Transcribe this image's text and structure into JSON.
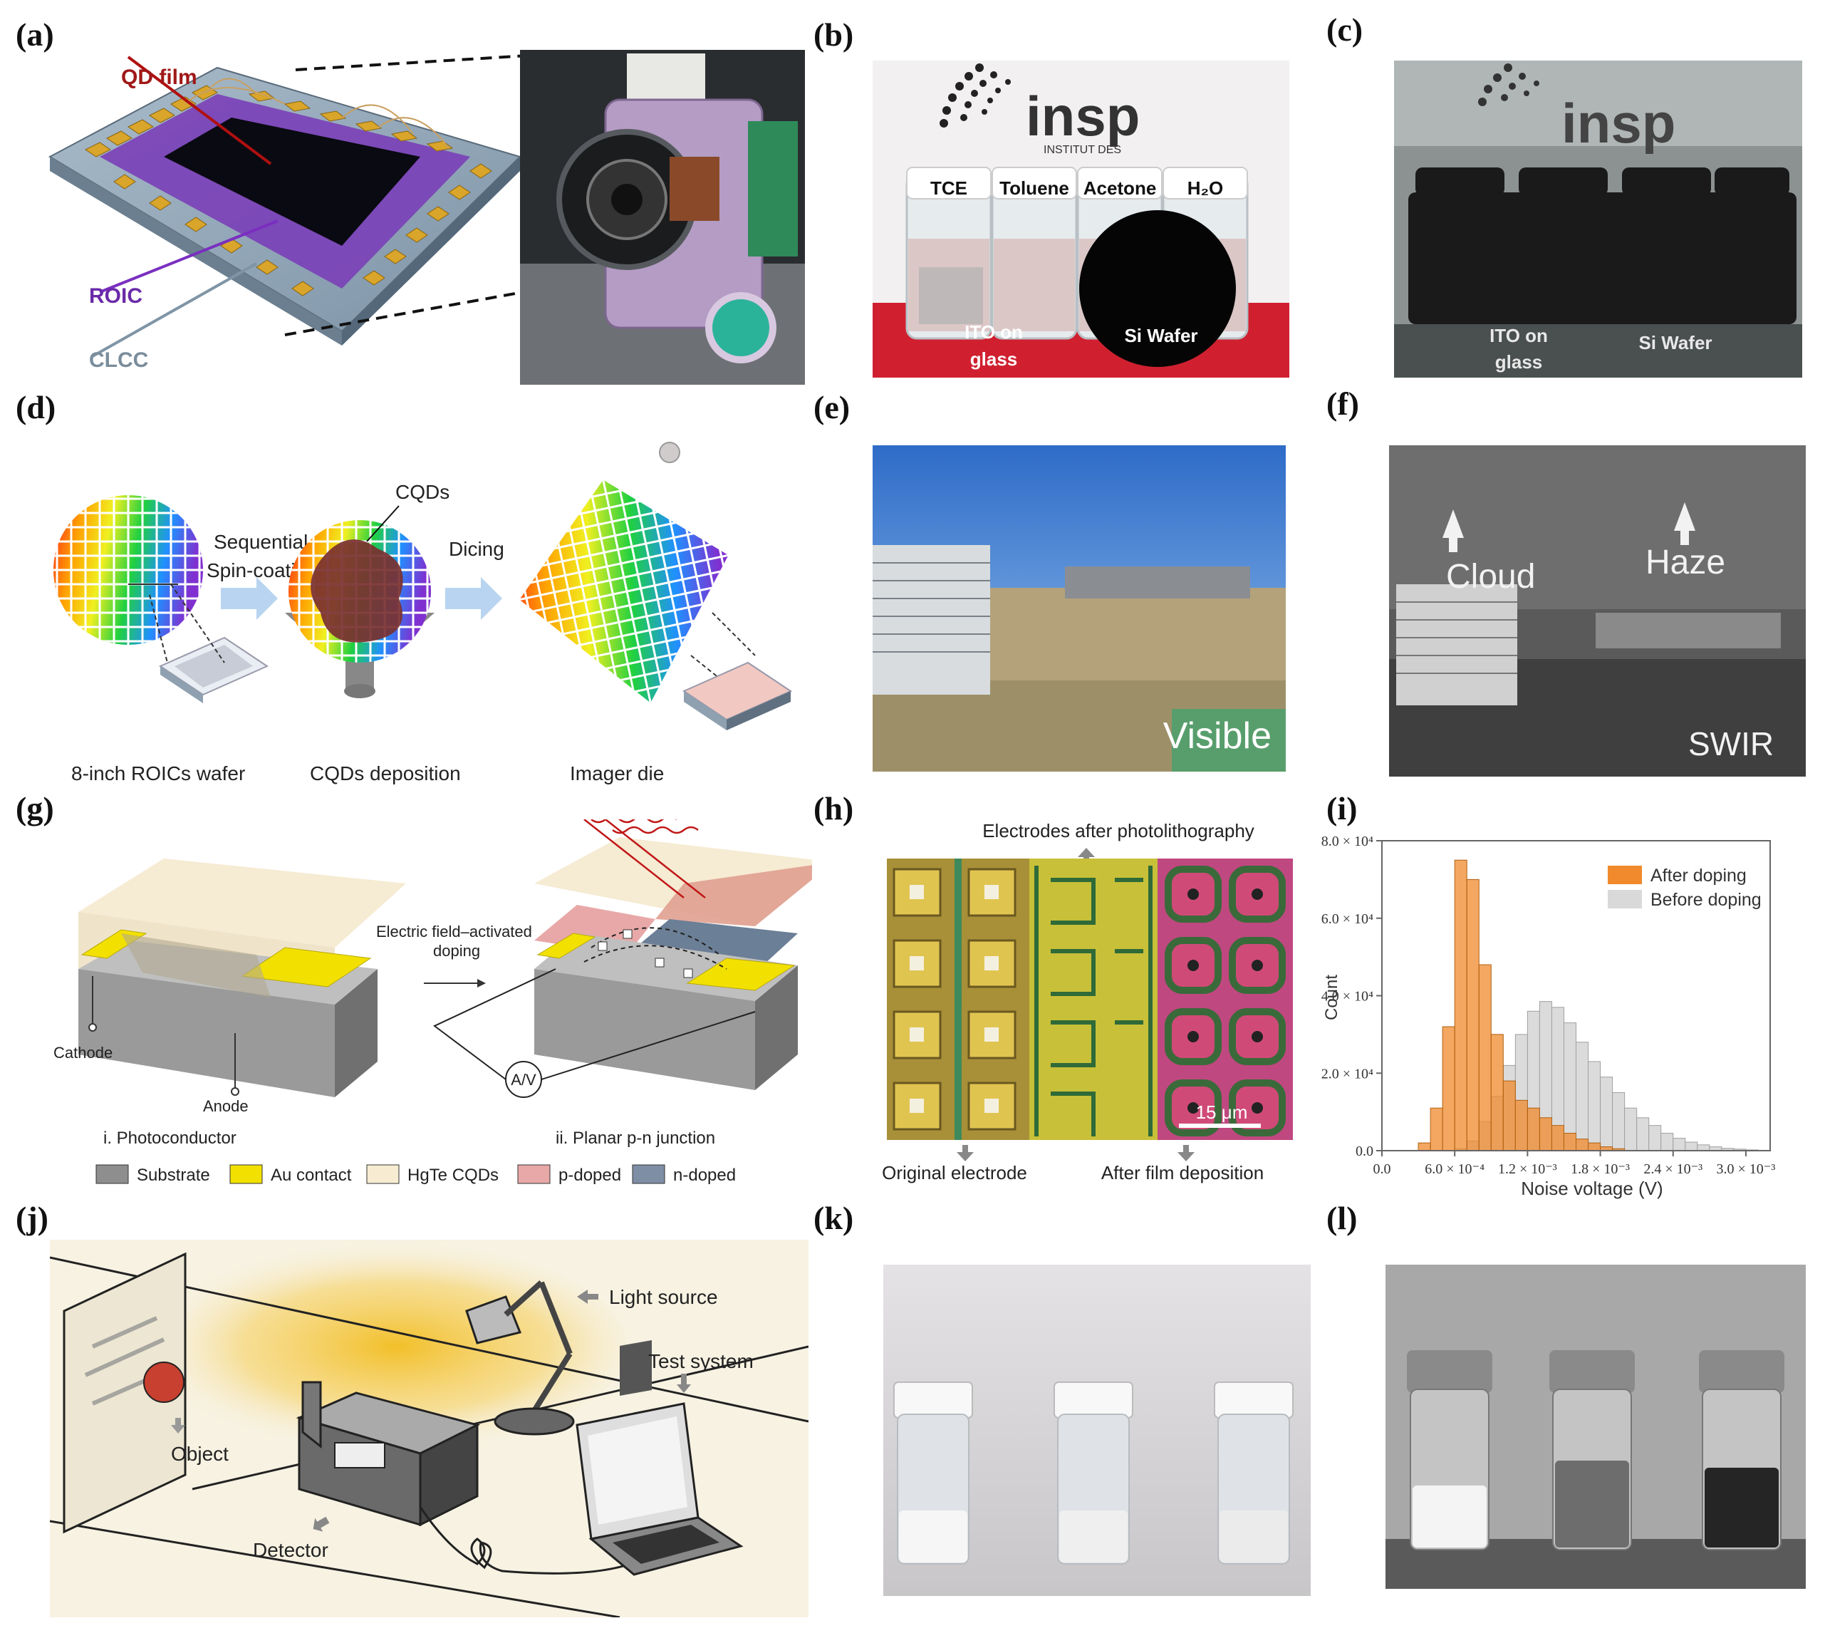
{
  "panels": [
    "(a)",
    "(b)",
    "(c)",
    "(d)",
    "(e)",
    "(f)",
    "(g)",
    "(h)",
    "(i)",
    "(j)",
    "(k)",
    "(l)"
  ],
  "a": {
    "qd_film": "QD film",
    "roic": "ROIC",
    "clcc": "CLCC"
  },
  "b": {
    "logo": "insp",
    "logo_sub": "INSTITUT DES",
    "solvents": [
      "TCE",
      "Toluene",
      "Acetone",
      "H₂O"
    ],
    "ito_1": "ITO on",
    "ito_2": "glass",
    "si": "Si Wafer"
  },
  "c": {
    "logo": "insp",
    "ito_1": "ITO on",
    "ito_2": "glass",
    "si": "Si Wafer"
  },
  "d": {
    "step1": "Sequential",
    "step2": "Spin-coating",
    "cqds": "CQDs",
    "dicing": "Dicing",
    "cap1": "8-inch ROICs wafer",
    "cap2": "CQDs deposition",
    "cap3": "Imager die"
  },
  "e": {
    "label": "Visible"
  },
  "f": {
    "cloud": "Cloud",
    "haze": "Haze",
    "swir": "SWIR"
  },
  "g": {
    "efield1": "Electric field–activated",
    "efield2": "doping",
    "meter": "A/V",
    "cathode": "Cathode",
    "anode": "Anode",
    "cap_i": "i. Photoconductor",
    "cap_ii": "ii. Planar p-n junction",
    "legend": [
      "Substrate",
      "Au contact",
      "HgTe  CQDs",
      "p-doped",
      "n-doped"
    ]
  },
  "h": {
    "top": "Electrodes after photolithography",
    "scale": "15 μm",
    "bl": "Original electrode",
    "br": "After film deposition"
  },
  "j": {
    "light": "Light source",
    "test": "Test system",
    "object": "Object",
    "detector": "Detector"
  },
  "colors": {
    "orange": "#f08a2c",
    "gray": "#d9d9d9",
    "au": "#f2e000"
  },
  "chart_data": {
    "type": "bar",
    "xlabel": "Noise voltage (V)",
    "ylabel": "Count",
    "x_tick_labels": [
      "0.0",
      "6.0 × 10⁻⁴",
      "1.2 × 10⁻³",
      "1.8 × 10⁻³",
      "2.4 × 10⁻³",
      "3.0 × 10⁻³"
    ],
    "y_tick_labels": [
      "0.0",
      "2.0 × 10⁴",
      "4.0 × 10⁴",
      "6.0 × 10⁴",
      "8.0 × 10⁴"
    ],
    "xlim": [
      0.0,
      0.0032
    ],
    "ylim": [
      0,
      80000
    ],
    "legend_position": "top-right",
    "bin_width": 0.0001,
    "series": [
      {
        "name": "After doping",
        "bin_start": [
          0.0003,
          0.0004,
          0.0005,
          0.0006,
          0.0007,
          0.0008,
          0.0009,
          0.001,
          0.0011,
          0.0012,
          0.0013,
          0.0014,
          0.0015,
          0.0016,
          0.0017,
          0.0018,
          0.0019
        ],
        "counts": [
          2000,
          11000,
          32000,
          75000,
          70000,
          48000,
          30000,
          18000,
          13000,
          11000,
          8500,
          6500,
          4500,
          3000,
          2000,
          1000,
          500
        ]
      },
      {
        "name": "Before doping",
        "bin_start": [
          0.0006,
          0.0007,
          0.0008,
          0.0009,
          0.001,
          0.0011,
          0.0012,
          0.0013,
          0.0014,
          0.0015,
          0.0016,
          0.0017,
          0.0018,
          0.0019,
          0.002,
          0.0021,
          0.0022,
          0.0023,
          0.0024,
          0.0025,
          0.0026,
          0.0027,
          0.0028,
          0.0029,
          0.003,
          0.0031
        ],
        "counts": [
          500,
          2500,
          7500,
          14000,
          22000,
          30000,
          36000,
          38500,
          37000,
          33000,
          28000,
          23000,
          19000,
          15000,
          11000,
          8500,
          6500,
          4500,
          3200,
          2200,
          1500,
          1000,
          600,
          400,
          200,
          100
        ]
      }
    ]
  }
}
